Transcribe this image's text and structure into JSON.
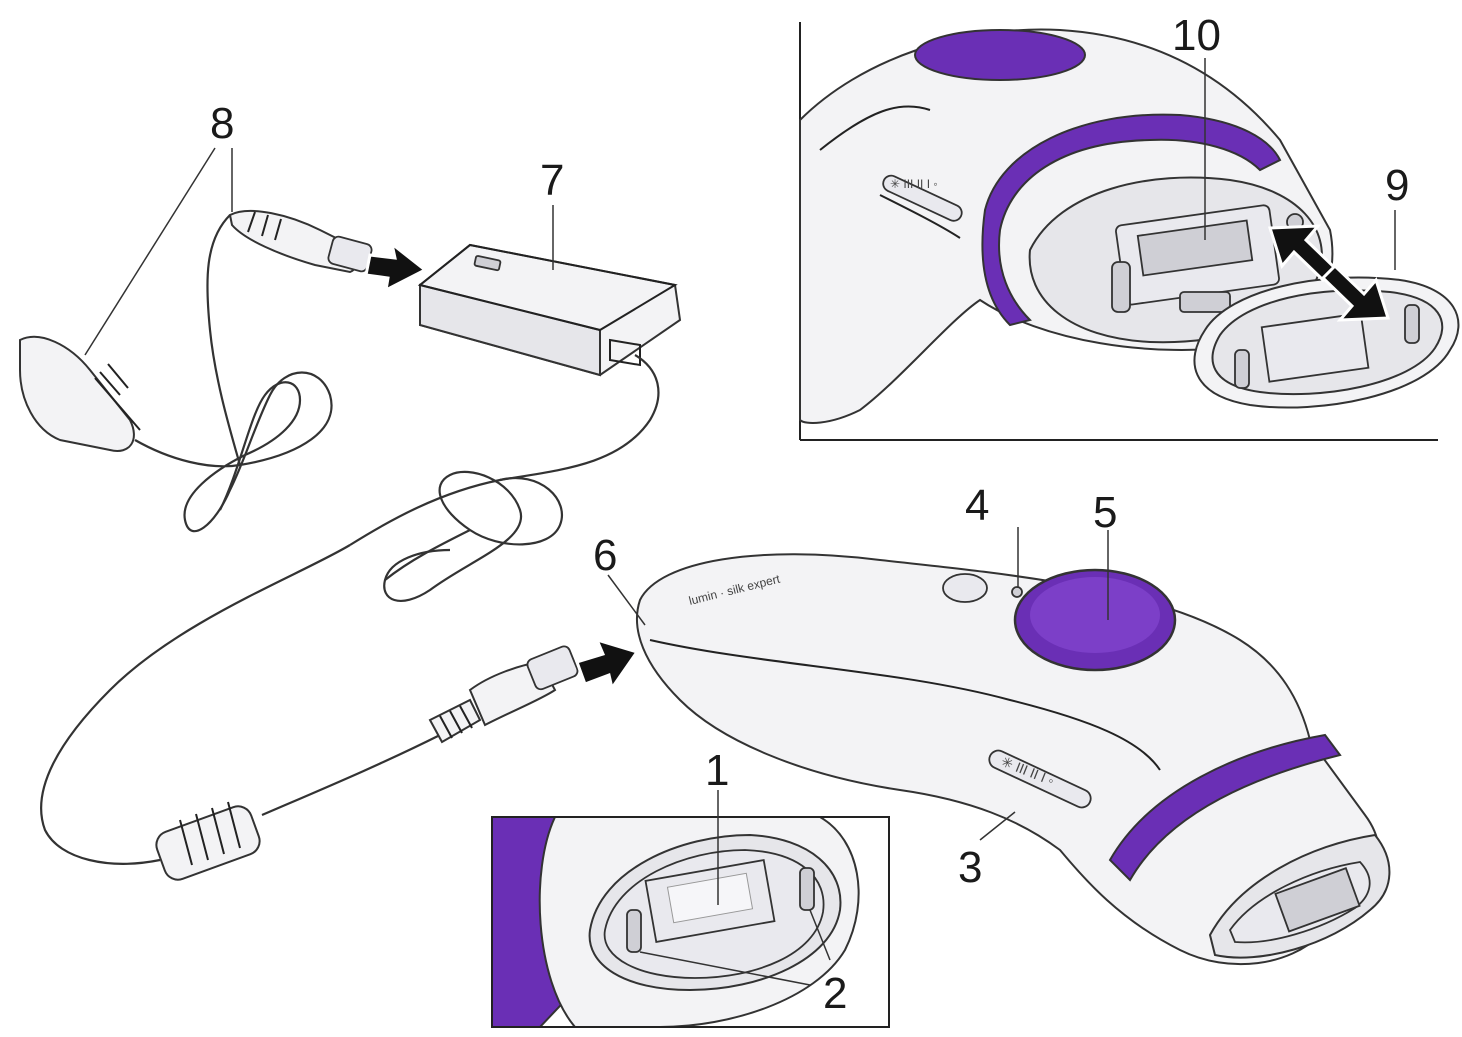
{
  "colors": {
    "accent_purple": "#6a2fb5",
    "accent_purple_light": "#8b57d0",
    "line": "#222222",
    "body": "#f3f3f5"
  },
  "labels": {
    "l1": "1",
    "l2": "2",
    "l3": "3",
    "l4": "4",
    "l5": "5",
    "l6": "6",
    "l7": "7",
    "l8": "8",
    "l9": "9",
    "l10": "10"
  }
}
